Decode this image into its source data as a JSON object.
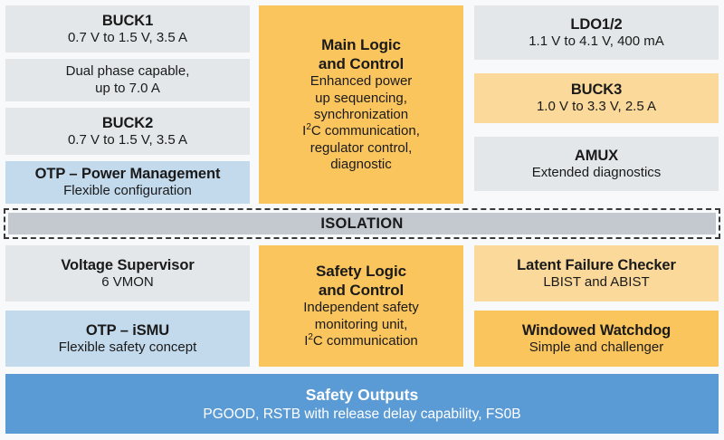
{
  "diagram": {
    "isolation": {
      "label": "ISOLATION"
    },
    "colors": {
      "gray": "#e3e7ea",
      "blue_light": "#c3daed",
      "orange": "#fbc55e",
      "orange_light": "#fbd99b",
      "blue_strong": "#5b9bd5",
      "background": "#f7f9fa",
      "text": "#1a1a1a",
      "isolation_fill": "#c3c9ce",
      "isolation_border": "#3a3a3a"
    },
    "power_domain": {
      "left": [
        {
          "title": "BUCK1",
          "sub": "0.7 V to 1.5 V, 3.5 A",
          "fill": "gray"
        },
        {
          "title": "",
          "sub_line1": "Dual phase capable,",
          "sub_line2": "up to 7.0 A",
          "fill": "gray"
        },
        {
          "title": "BUCK2",
          "sub": "0.7 V to 1.5 V, 3.5 A",
          "fill": "gray"
        },
        {
          "title": "OTP – Power Management",
          "sub": "Flexible configuration",
          "fill": "blue_light"
        }
      ],
      "center": {
        "title_line1": "Main Logic",
        "title_line2": "and Control",
        "sub_lines": [
          "Enhanced power",
          "up sequencing,",
          "synchronization",
          "I²C communication,",
          "regulator control,",
          "diagnostic"
        ],
        "fill": "orange"
      },
      "right": [
        {
          "title": "LDO1/2",
          "sub": "1.1 V to 4.1 V, 400 mA",
          "fill": "gray"
        },
        {
          "title": "BUCK3",
          "sub": "1.0 V to 3.3 V, 2.5 A",
          "fill": "orange_light"
        },
        {
          "title": "AMUX",
          "sub": "Extended diagnostics",
          "fill": "gray"
        }
      ]
    },
    "safety_domain": {
      "left": [
        {
          "title": "Voltage Supervisor",
          "sub": "6 VMON",
          "fill": "gray"
        },
        {
          "title": "OTP – iSMU",
          "sub": "Flexible safety concept",
          "fill": "blue_light"
        }
      ],
      "center": {
        "title_line1": "Safety Logic",
        "title_line2": "and Control",
        "sub_lines": [
          "Independent safety",
          "monitoring unit,",
          "I²C communication"
        ],
        "fill": "orange"
      },
      "right": [
        {
          "title": "Latent Failure Checker",
          "sub": "LBIST and ABIST",
          "fill": "orange_light"
        },
        {
          "title": "Windowed Watchdog",
          "sub": "Simple and challenger",
          "fill": "orange"
        }
      ]
    },
    "safety_outputs": {
      "title": "Safety Outputs",
      "sub": "PGOOD, RSTB with release delay capability, FS0B"
    }
  }
}
